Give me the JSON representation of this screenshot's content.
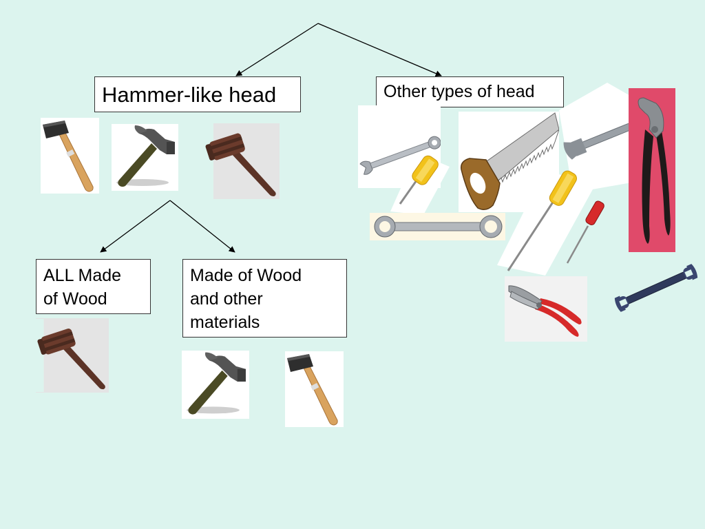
{
  "diagram": {
    "root_left_label": "Hammer-like head",
    "root_right_label": "Other types of head",
    "child_left_label_line1": "ALL Made",
    "child_left_label_line2": "of Wood",
    "child_right_label_line1": "Made of Wood",
    "child_right_label_line2": "and other",
    "child_right_label_line3": "materials"
  },
  "colors": {
    "background": "#dcf4ee",
    "box_fill": "#ffffff",
    "box_border": "#333333",
    "connector": "#000000",
    "wood": "#d9a35e",
    "mallet_head": "#2e2e2e",
    "gavel_wood": "#5c3326",
    "screwdriver_handle": "#f2c21a",
    "plier_handle_red": "#d62a2a",
    "plier_panel": "#e04a6a",
    "wrench_blue": "#2f3a5c"
  },
  "tools": [
    {
      "icon": "rubber-mallet-icon"
    },
    {
      "icon": "claw-hammer-icon"
    },
    {
      "icon": "gavel-icon"
    },
    {
      "icon": "ratchet-wrench-icon"
    },
    {
      "icon": "screwdriver-icon"
    },
    {
      "icon": "hand-saw-icon"
    },
    {
      "icon": "adjustable-wrench-icon"
    },
    {
      "icon": "water-pump-pliers-icon"
    },
    {
      "icon": "combination-spanner-icon"
    },
    {
      "icon": "slip-joint-pliers-icon"
    },
    {
      "icon": "open-end-wrench-icon"
    }
  ]
}
